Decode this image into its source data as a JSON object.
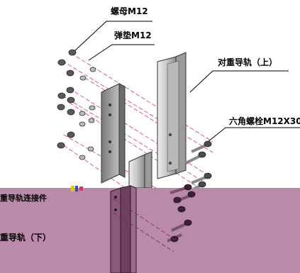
{
  "labels": {
    "nut": "螺母M12",
    "washer": "弹垫M12",
    "upper_rail": "对重导轨（上）",
    "bolt": "六角螺栓M12X30",
    "connector": "重导轨连接件",
    "lower_rail": "重导轨（下）"
  },
  "colors": {
    "overlay": "#b98aa9",
    "metal_light": "#d9d9d9",
    "metal_mid": "#a9a9a9",
    "metal_dark": "#555555",
    "centerline": "#d23a52",
    "lower_rail_dark": "#6f3f61"
  },
  "icons": {
    "nut": "hex-nut-icon",
    "washer": "washer-icon",
    "bolt": "hex-bolt-icon"
  }
}
